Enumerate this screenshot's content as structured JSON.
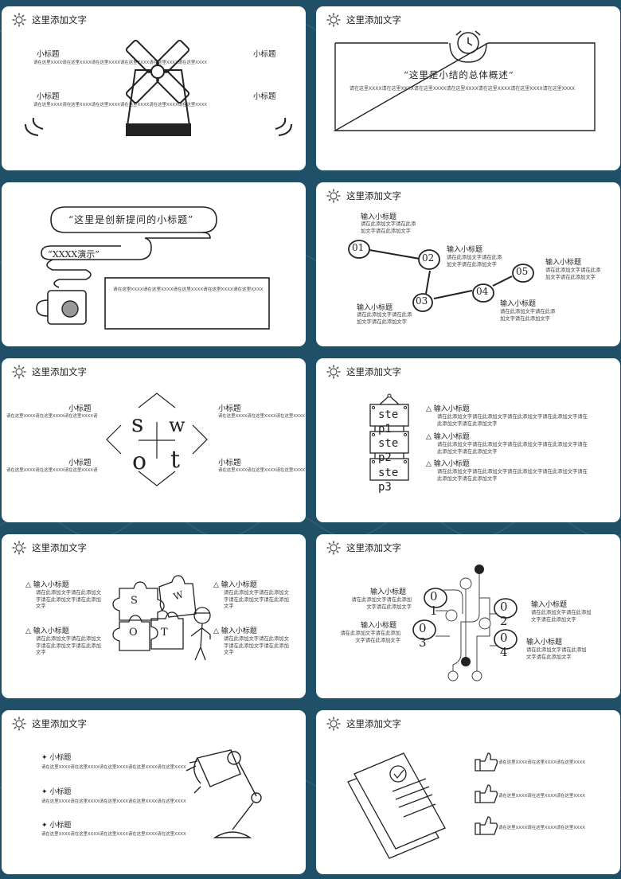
{
  "header_title": "这里添加文字",
  "slide1": {
    "subtitles": [
      "小标题",
      "小标题",
      "小标题",
      "小标题"
    ],
    "body": "请在这里XXXX请在这里XXXX请在这里XXXX请在这里XXXX请在这里XXXX请在这里XXXX"
  },
  "slide2": {
    "quote": "“这里是小结的总体概述”",
    "body": "请在这里XXXX请在这里XXXX请在这里XXXX请在这里XXXX请在这里XXXX请在这里XXXX请在这里XXXX"
  },
  "slide3": {
    "question": "“这里是创新提问的小标题”",
    "demo": "“XXXX演示”",
    "body": "请在这里XXXX请在这里XXXX请在这里XXXX请在这里XXXX请在这里XXXX"
  },
  "slide4": {
    "nodes": [
      "01",
      "02",
      "03",
      "04",
      "05"
    ],
    "title": "输入小标题",
    "body": "请在此添加文字请在此添加文字请在此添加文字"
  },
  "slide5": {
    "subtitle": "小标题",
    "body": "请在这里XXXX请在这里XXXX请在这里XXXX请",
    "letters": [
      "s",
      "w",
      "o",
      "t"
    ]
  },
  "slide6": {
    "steps": [
      "ste p1",
      "ste p2",
      "ste p3"
    ],
    "title": "输入小标题",
    "body": "请在此添加文字请在此添加文字请在此添加文字请在此添加文字请在此添加文字请在此添加文字"
  },
  "slide7": {
    "title": "输入小标题",
    "body": "请在此添加文字请在此添加文字请在此添加文字请在此添加文字",
    "puzzle": [
      "S",
      "W",
      "O",
      "T"
    ]
  },
  "slide8": {
    "nodes": [
      "01",
      "02",
      "03",
      "04"
    ],
    "title": "输入小标题",
    "body": "请在此添加文字请在此添加文字请在此添加文字"
  },
  "slide9": {
    "subtitle": "小标题",
    "body": "请在这里XXXX请在这里XXXX请在这里XXXX请在这里XXXX请在这里XXXX"
  },
  "slide10": {
    "body": "请在这里XXXX请在这里XXXX请在这里XXXX"
  }
}
